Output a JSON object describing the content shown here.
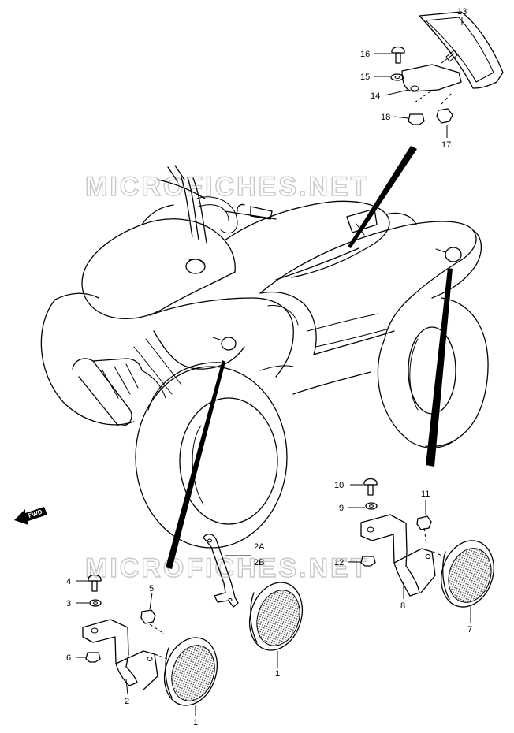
{
  "watermark": "MICROFICHES.NET",
  "direction_label": "FWD",
  "callouts": {
    "c1a": "1",
    "c1b": "1",
    "c2": "2",
    "c2a": "2A",
    "c2b": "2B",
    "c3": "3",
    "c4": "4",
    "c5": "5",
    "c6": "6",
    "c7": "7",
    "c8": "8",
    "c9": "9",
    "c10": "10",
    "c11": "11",
    "c12": "12",
    "c13": "13",
    "c14": "14",
    "c15": "15",
    "c16": "16",
    "c17": "17",
    "c18": "18"
  }
}
